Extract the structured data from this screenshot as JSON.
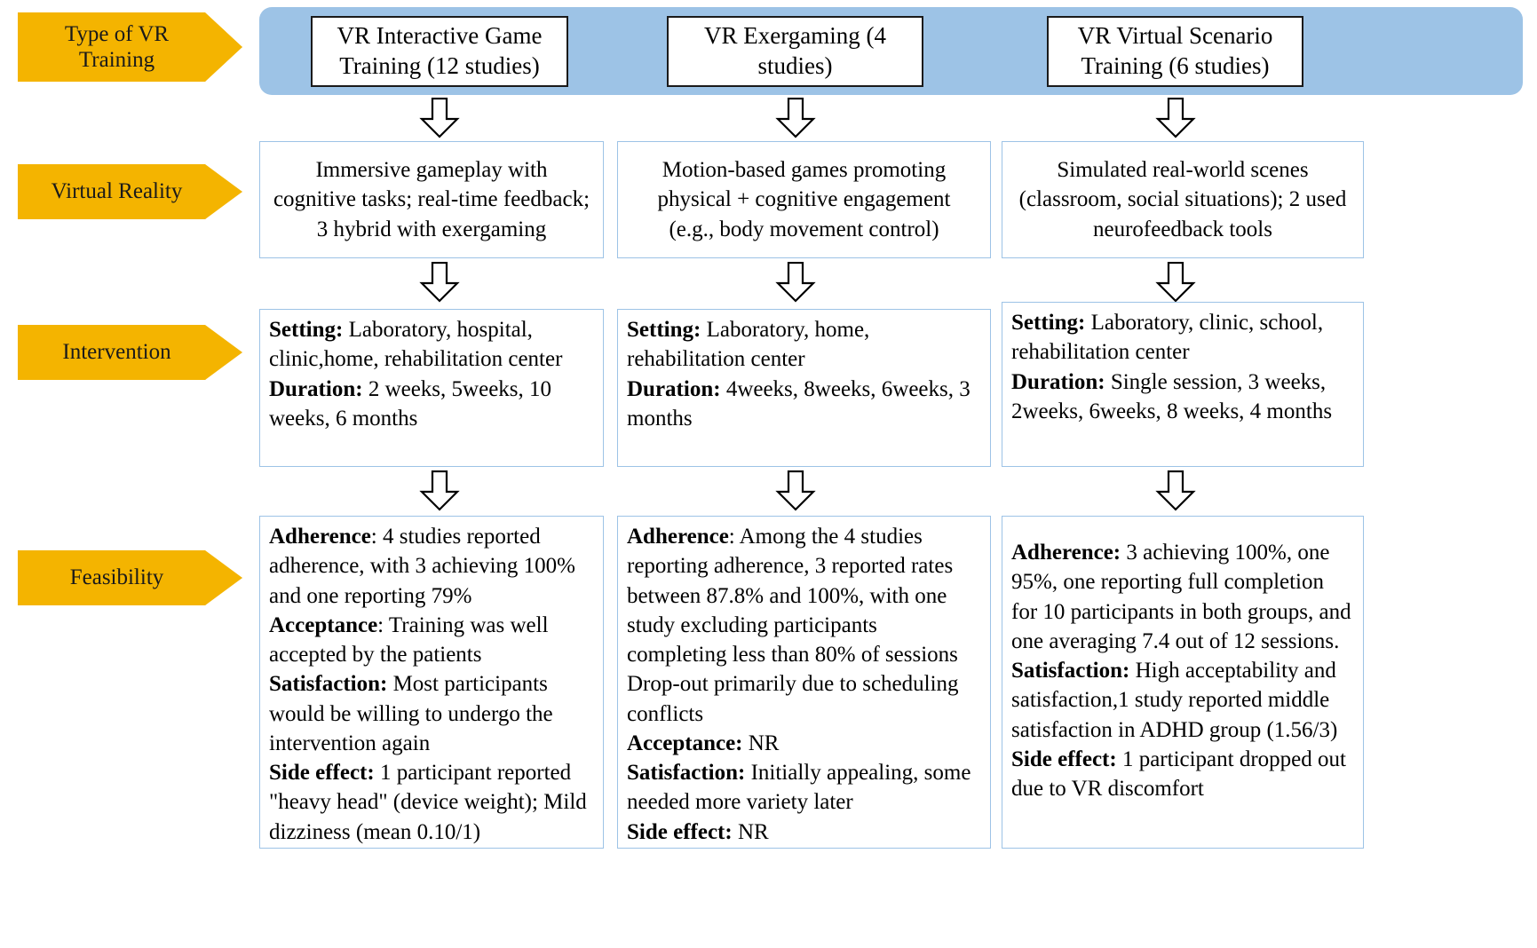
{
  "row_labels": [
    {
      "name": "type-of-vr-training",
      "lines": [
        "Type of VR",
        "Training"
      ]
    },
    {
      "name": "virtual-reality",
      "lines": [
        "Virtual Reality"
      ]
    },
    {
      "name": "intervention",
      "lines": [
        "Intervention"
      ]
    },
    {
      "name": "feasibility",
      "lines": [
        "Feasibility"
      ]
    }
  ],
  "banner": {
    "fill_color": "#9dc3e6",
    "boxes": [
      {
        "name": "vr-interactive-game-training",
        "lines": [
          "VR Interactive Game",
          "Training (12 studies)"
        ]
      },
      {
        "name": "vr-exergaming",
        "lines": [
          "VR Exergaming (4",
          "studies)"
        ]
      },
      {
        "name": "vr-virtual-scenario-training",
        "lines": [
          "VR Virtual Scenario",
          "Training (6 studies)"
        ]
      }
    ]
  },
  "virtual_reality_row": [
    {
      "name": "vr-desc-interactive-game",
      "lines": [
        "Immersive gameplay with",
        "cognitive tasks; real-time feedback;",
        "3 hybrid with exergaming"
      ]
    },
    {
      "name": "vr-desc-exergaming",
      "lines": [
        "Motion-based games promoting",
        "physical + cognitive engagement",
        "(e.g., body movement control)"
      ]
    },
    {
      "name": "vr-desc-virtual-scenario",
      "lines": [
        "Simulated real-world scenes",
        "(classroom, social situations); 2 used",
        "neurofeedback tools"
      ]
    }
  ],
  "intervention_row": [
    {
      "name": "intervention-interactive-game",
      "items": [
        {
          "label": "Setting:",
          "text": " Laboratory, hospital, clinic,home, rehabilitation center"
        },
        {
          "label": "Duration:",
          "text": " 2 weeks, 5weeks, 10 weeks, 6 months"
        }
      ]
    },
    {
      "name": "intervention-exergaming",
      "items": [
        {
          "label": "Setting:",
          "text": " Laboratory, home, rehabilitation center"
        },
        {
          "label": "Duration:",
          "text": " 4weeks, 8weeks, 6weeks, 3 months"
        }
      ]
    },
    {
      "name": "intervention-virtual-scenario",
      "items": [
        {
          "label": "Setting:",
          "text": " Laboratory, clinic, school, rehabilitation center"
        },
        {
          "label": "Duration:",
          "text": " Single session, 3 weeks, 2weeks, 6weeks, 8 weeks, 4 months"
        }
      ]
    }
  ],
  "feasibility_row": [
    {
      "name": "feasibility-interactive-game",
      "items": [
        {
          "label": "Adherence",
          "text": ": 4 studies reported adherence, with 3 achieving 100% and one reporting 79%"
        },
        {
          "label": "Acceptance",
          "text": ": Training was well accepted by the patients"
        },
        {
          "label": "Satisfaction:",
          "text": " Most participants would be willing to undergo the intervention again"
        },
        {
          "label": "Side effect:",
          "text": " 1 participant reported \"heavy head\" (device weight); Mild dizziness (mean 0.10/1)"
        }
      ]
    },
    {
      "name": "feasibility-exergaming",
      "items": [
        {
          "label": "Adherence",
          "text": ": Among the 4 studies reporting adherence, 3 reported rates between 87.8% and 100%, with one study excluding participants completing less than 80% of sessions Drop-out primarily due to scheduling conflicts"
        },
        {
          "label": "Acceptance:",
          "text": " NR"
        },
        {
          "label": "Satisfaction:",
          "text": "  Initially appealing, some needed more variety later"
        },
        {
          "label": "Side effect:",
          "text": " NR"
        }
      ]
    },
    {
      "name": "feasibility-virtual-scenario",
      "items": [
        {
          "label": "Adherence:",
          "text": " 3 achieving 100%, one 95%, one reporting full completion for 10 participants in both groups, and one averaging 7.4 out of 12 sessions."
        },
        {
          "label": "Satisfaction:",
          "text": " High acceptability and satisfaction,1 study reported middle satisfaction in ADHD group (1.56/3)"
        },
        {
          "label": "Side effect:",
          "text": " 1 participant dropped out due to VR discomfort"
        }
      ]
    }
  ],
  "arrows": {
    "icon": "down-block-arrow",
    "count": 9
  },
  "colors": {
    "label_yellow": "#f4b400",
    "banner_blue": "#9dc3e6",
    "box_border_blue": "#9dc3e6",
    "banner_box_border": "#1a1a1a",
    "text": "#000000"
  }
}
